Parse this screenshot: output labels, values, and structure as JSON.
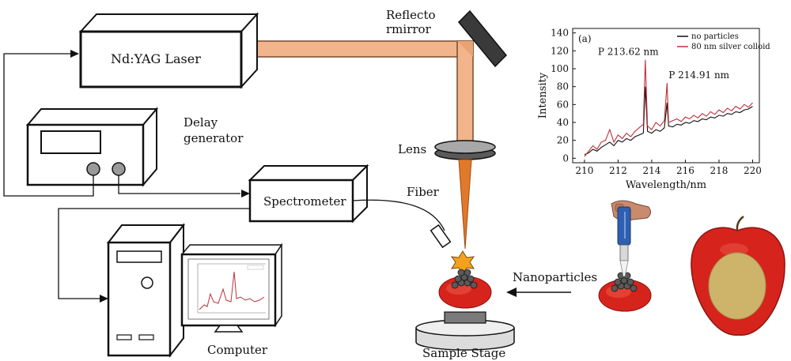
{
  "labels": {
    "laser": "Nd:YAG Laser",
    "mirror_line1": "Reflecto",
    "mirror_line2": "rmirror",
    "delay_line1": "Delay",
    "delay_line2": "generator",
    "lens": "Lens",
    "fiber": "Fiber",
    "spectrometer": "Spectrometer",
    "computer": "Computer",
    "nanoparticles": "Nanoparticles",
    "sample_stage": "Sample Stage"
  },
  "colors": {
    "beam": "#f2b48a",
    "beam_stroke": "#7a4a30",
    "laser_cone": "#e07a2a",
    "apple_red": "#d6241d",
    "apple_cut": "#cdb46a",
    "series_no_particles": "#111111",
    "series_silver": "#c0303a"
  },
  "chart_data": {
    "type": "line",
    "panel_label": "(a)",
    "xlabel": "Wavelength/nm",
    "ylabel": "Intensity",
    "xlim": [
      209.3,
      220.4
    ],
    "ylim": [
      -5,
      145
    ],
    "xticks": [
      210,
      212,
      214,
      216,
      218,
      220
    ],
    "yticks": [
      0,
      20,
      40,
      60,
      80,
      100,
      120,
      140
    ],
    "legend_position": "top-right",
    "annotations": [
      {
        "text": "P 213.62 nm",
        "x": 213.62,
        "y": 110
      },
      {
        "text": "P 214.91 nm",
        "x": 214.91,
        "y": 84
      }
    ],
    "series": [
      {
        "name": "no particles",
        "x": [
          210.0,
          210.25,
          210.5,
          210.75,
          211.0,
          211.25,
          211.5,
          211.75,
          212.0,
          212.25,
          212.5,
          212.75,
          213.0,
          213.25,
          213.5,
          213.62,
          213.75,
          214.0,
          214.25,
          214.5,
          214.75,
          214.91,
          215.0,
          215.25,
          215.5,
          215.75,
          216.0,
          216.25,
          216.5,
          216.75,
          217.0,
          217.25,
          217.5,
          217.75,
          218.0,
          218.25,
          218.5,
          218.75,
          219.0,
          219.25,
          219.5,
          219.75,
          220.0
        ],
        "y": [
          4,
          6,
          10,
          8,
          12,
          15,
          18,
          14,
          20,
          18,
          22,
          20,
          24,
          26,
          28,
          80,
          30,
          28,
          32,
          30,
          34,
          62,
          36,
          35,
          38,
          37,
          40,
          39,
          42,
          41,
          44,
          43,
          46,
          45,
          48,
          47,
          50,
          49,
          52,
          51,
          54,
          55,
          58
        ]
      },
      {
        "name": "80 nm silver colloid",
        "x": [
          210.0,
          210.25,
          210.5,
          210.75,
          211.0,
          211.25,
          211.5,
          211.75,
          212.0,
          212.25,
          212.5,
          212.75,
          213.0,
          213.25,
          213.5,
          213.62,
          213.75,
          214.0,
          214.25,
          214.5,
          214.75,
          214.91,
          215.0,
          215.25,
          215.5,
          215.75,
          216.0,
          216.25,
          216.5,
          216.75,
          217.0,
          217.25,
          217.5,
          217.75,
          218.0,
          218.25,
          218.5,
          218.75,
          219.0,
          219.25,
          219.5,
          219.75,
          220.0
        ],
        "y": [
          2,
          8,
          14,
          10,
          18,
          20,
          32,
          18,
          26,
          22,
          28,
          24,
          30,
          34,
          38,
          110,
          36,
          32,
          40,
          36,
          42,
          84,
          40,
          42,
          44,
          41,
          46,
          44,
          48,
          45,
          50,
          47,
          52,
          49,
          54,
          51,
          56,
          53,
          58,
          55,
          60,
          57,
          62
        ]
      }
    ]
  }
}
